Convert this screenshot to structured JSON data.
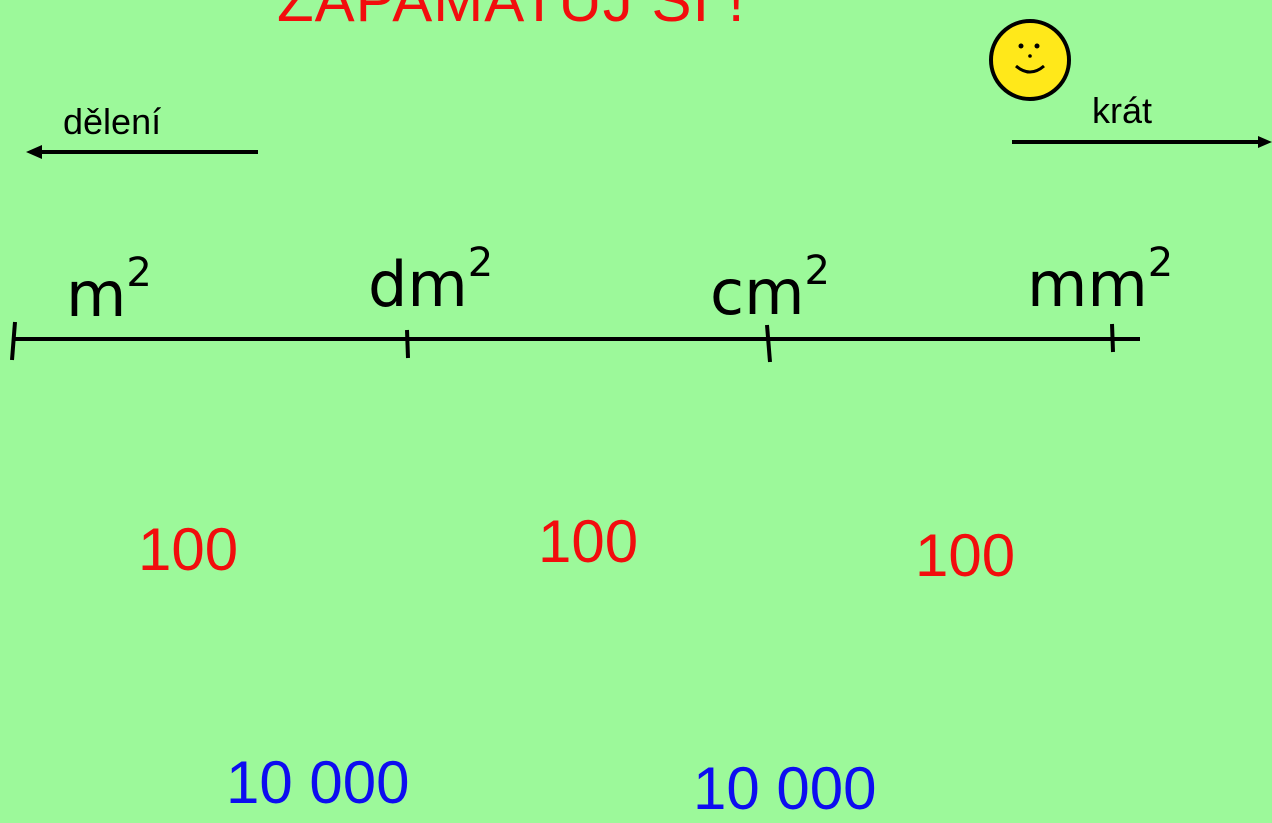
{
  "title": "ZAPAMATUJ  SI !",
  "direction_left": "dělení",
  "direction_right": "krát",
  "units": [
    {
      "base": "m",
      "exp": "2"
    },
    {
      "base": "dm",
      "exp": "2"
    },
    {
      "base": "cm",
      "exp": "2"
    },
    {
      "base": "mm",
      "exp": "2"
    }
  ],
  "factors_step": [
    "100",
    "100",
    "100"
  ],
  "factors_double": [
    "10 000",
    "10 000"
  ],
  "colors": {
    "background": "#9cf99a",
    "title": "#f20d0d",
    "step": "#f20d0d",
    "double": "#0d0df0",
    "smiley": "#ffe81a"
  },
  "icons": {
    "smiley": "smiley-face-icon"
  }
}
